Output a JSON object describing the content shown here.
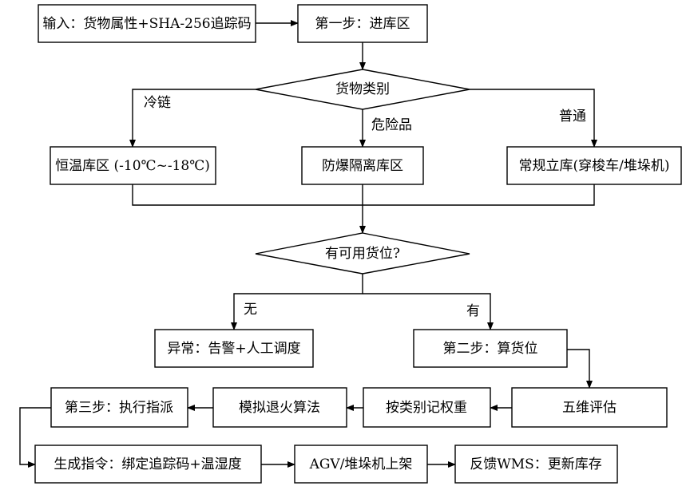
{
  "nodes": {
    "input": "输入：货物属性+SHA-256追踪码",
    "step1": "第一步：进库区",
    "category": "货物类别",
    "cold_zone": "恒温库区 (-10℃~-18℃)",
    "explosion_zone": "防爆隔离库区",
    "regular_zone": "常规立库(穿梭车/堆垛机)",
    "available": "有可用货位?",
    "exception": "异常：告警+人工调度",
    "step2": "第二步：算货位",
    "eval5d": "五维评估",
    "weight": "按类别记权重",
    "annealing": "模拟退火算法",
    "step3": "第三步：执行指派",
    "gen_cmd": "生成指令：绑定追踪码+温湿度",
    "agv": "AGV/堆垛机上架",
    "feedback": "反馈WMS：更新库存"
  },
  "edges": {
    "cold": "冷链",
    "hazard": "危险品",
    "normal": "普通",
    "no": "无",
    "yes": "有"
  }
}
